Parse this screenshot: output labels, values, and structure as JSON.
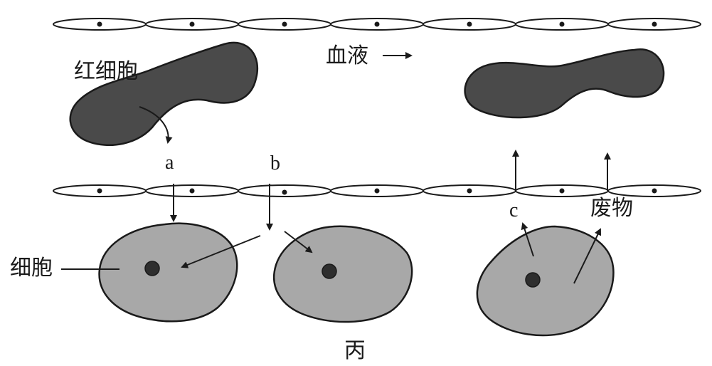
{
  "labels": {
    "red_blood_cell": "红细胞",
    "blood": "血液",
    "a": "a",
    "b": "b",
    "c": "c",
    "waste": "废物",
    "cell": "细胞",
    "caption": "丙"
  },
  "colors": {
    "ink": "#1a1a1a",
    "red_blood_cell_fill": "#4a4a4a",
    "tissue_cell_fill": "#a8a8a8",
    "nucleus_fill": "#2e2e2e",
    "background": "#ffffff"
  }
}
